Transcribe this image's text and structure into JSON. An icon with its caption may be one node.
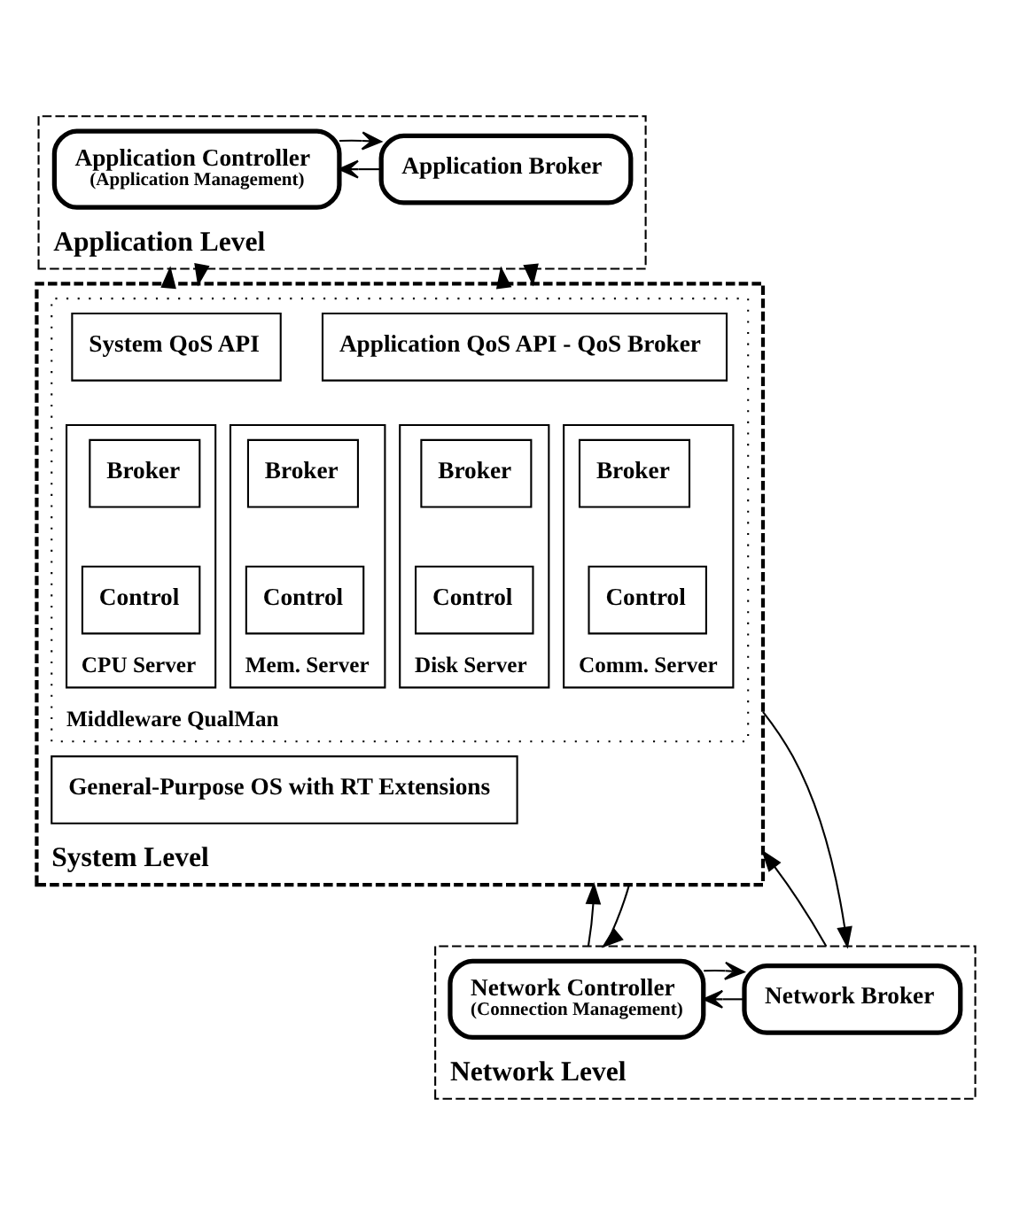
{
  "diagram": {
    "nodes": [
      {
        "text": [
          "Application Level"
        ]
      },
      {
        "text": [
          "Application Controller",
          "(Application Management)"
        ],
        "in": 0
      },
      {
        "text": [
          "Application Broker"
        ],
        "in": 0
      },
      {
        "text": [
          "System Level"
        ]
      },
      {
        "text": [
          "Middleware QualMan"
        ],
        "in": 3
      },
      {
        "text": [
          "System QoS API"
        ],
        "in": 4
      },
      {
        "text": [
          "Application QoS API - QoS Broker"
        ],
        "in": 4
      },
      {
        "text": [
          "CPU Server"
        ],
        "in": 4
      },
      {
        "text": [
          "Broker"
        ],
        "in": 7
      },
      {
        "text": [
          "Control"
        ],
        "in": 7
      },
      {
        "text": [
          "Mem. Server"
        ],
        "in": 4
      },
      {
        "text": [
          "Broker"
        ],
        "in": 10
      },
      {
        "text": [
          "Control"
        ],
        "in": 10
      },
      {
        "text": [
          "Disk Server"
        ],
        "in": 4
      },
      {
        "text": [
          "Broker"
        ],
        "in": 13
      },
      {
        "text": [
          "Control"
        ],
        "in": 13
      },
      {
        "text": [
          "Comm. Server"
        ],
        "in": 4
      },
      {
        "text": [
          "Broker"
        ],
        "in": 16
      },
      {
        "text": [
          "Control"
        ],
        "in": 16
      },
      {
        "text": [
          "General-Purpose OS with RT Extensions"
        ],
        "in": 3
      },
      {
        "text": [
          "Network Level"
        ]
      },
      {
        "text": [
          "Network Controller",
          "(Connection Management)"
        ],
        "in": 20
      },
      {
        "text": [
          "Network Broker"
        ],
        "in": 20
      }
    ],
    "edges": [
      {
        "from": 2,
        "to": 1,
        "arrow": "to"
      },
      {
        "from": 1,
        "to": 2,
        "arrow": "to"
      },
      {
        "from": 3,
        "to": 0,
        "arrow": "to"
      },
      {
        "from": 0,
        "to": 3,
        "arrow": "to"
      },
      {
        "from": 3,
        "to": 0,
        "arrow": "to"
      },
      {
        "from": 0,
        "to": 3,
        "arrow": "to"
      },
      {
        "from": 20,
        "to": 3,
        "arrow": "to"
      },
      {
        "from": 3,
        "to": 20,
        "arrow": "to"
      },
      {
        "from": 20,
        "to": 3,
        "arrow": "to"
      },
      {
        "from": 3,
        "to": 20,
        "arrow": "to"
      },
      {
        "from": 22,
        "to": 21,
        "arrow": "to"
      },
      {
        "from": 21,
        "to": 22,
        "arrow": "to"
      }
    ]
  }
}
